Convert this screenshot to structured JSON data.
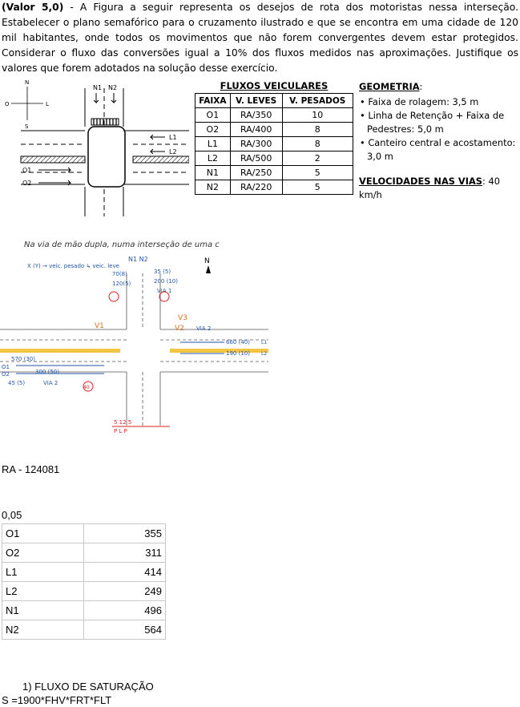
{
  "problem": {
    "label": "(Valor 5,0)",
    "text": " - A Figura a seguir representa os desejos de rota dos motoristas nessa interseção. Estabelecer o plano semafórico para o cruzamento ilustrado e que se encontra em uma cidade de 120 mil habitantes, onde todos os movimentos que não forem convergentes devem estar protegidos. Considerar o fluxo das conversões igual a 10% dos fluxos medidos nas aproximações. Justifique os valores que forem adotados na solução desse exercício."
  },
  "figure": {
    "compass": {
      "n": "N",
      "s": "S",
      "o": "O",
      "l": "L"
    },
    "labels": {
      "n1": "N1",
      "n2": "N2",
      "l1": "L1",
      "l2": "L2",
      "o1": "O1",
      "o2": "O2"
    }
  },
  "flux_table": {
    "title": "FLUXOS VEICULARES",
    "headers": [
      "FAIXA",
      "V. LEVES",
      "V. PESADOS"
    ],
    "rows": [
      {
        "faixa": "O1",
        "leves": "RA/350",
        "pesados": "10"
      },
      {
        "faixa": "O2",
        "leves": "RA/400",
        "pesados": "8"
      },
      {
        "faixa": "L1",
        "leves": "RA/300",
        "pesados": "8"
      },
      {
        "faixa": "L2",
        "leves": "RA/500",
        "pesados": "2"
      },
      {
        "faixa": "N1",
        "leves": "RA/250",
        "pesados": "5"
      },
      {
        "faixa": "N2",
        "leves": "RA/220",
        "pesados": "5"
      }
    ]
  },
  "geometry": {
    "title": "GEOMETRIA",
    "items": [
      "Faixa de rolagem: 3,5 m",
      "Linha de Retenção + Faixa de Pedestres: 5,0 m",
      "Canteiro central e acostamento: 3,0 m"
    ],
    "velocity_label": "VELOCIDADES NAS VIAS",
    "velocity_value": ": 40 km/h"
  },
  "sketch": {
    "header": "Na via de mão dupla, numa interseção de uma c",
    "legend": "X (Y) → veic. pesado ↳ veic. leve",
    "n1n2": "N1  N2",
    "north": "N",
    "nflow1": "70(8)",
    "nflow2": "120(5)",
    "nflow3": "35 (5)",
    "nflow4": "200 (10)",
    "via1": "VIA 1",
    "via2_right": "VIA 2",
    "via2_left": "VIA 2",
    "v1": "V1",
    "v2": "V2",
    "v3": "V3",
    "l_flow1": "660 (40)",
    "l_flow2": "190 (10)",
    "l1": "L1",
    "l2": "L2",
    "o_flow1": "570 (30)",
    "o_flow2": "300 (50)",
    "o_flow3": "45 (5)",
    "o1": "O1",
    "o2": "O2",
    "speed": "40",
    "dims": "5   12   5",
    "dim_letters": "P   L   P"
  },
  "ra": "RA - 124081",
  "coef": "0,05",
  "results": [
    {
      "k": "O1",
      "v": "355"
    },
    {
      "k": "O2",
      "v": "311"
    },
    {
      "k": "L1",
      "v": "414"
    },
    {
      "k": "L2",
      "v": "249"
    },
    {
      "k": "N1",
      "v": "496"
    },
    {
      "k": "N2",
      "v": "564"
    }
  ],
  "section": "1)   FLUXO DE SATURAÇÃO",
  "formula": "S =1900*FHV*FRT*FLT"
}
